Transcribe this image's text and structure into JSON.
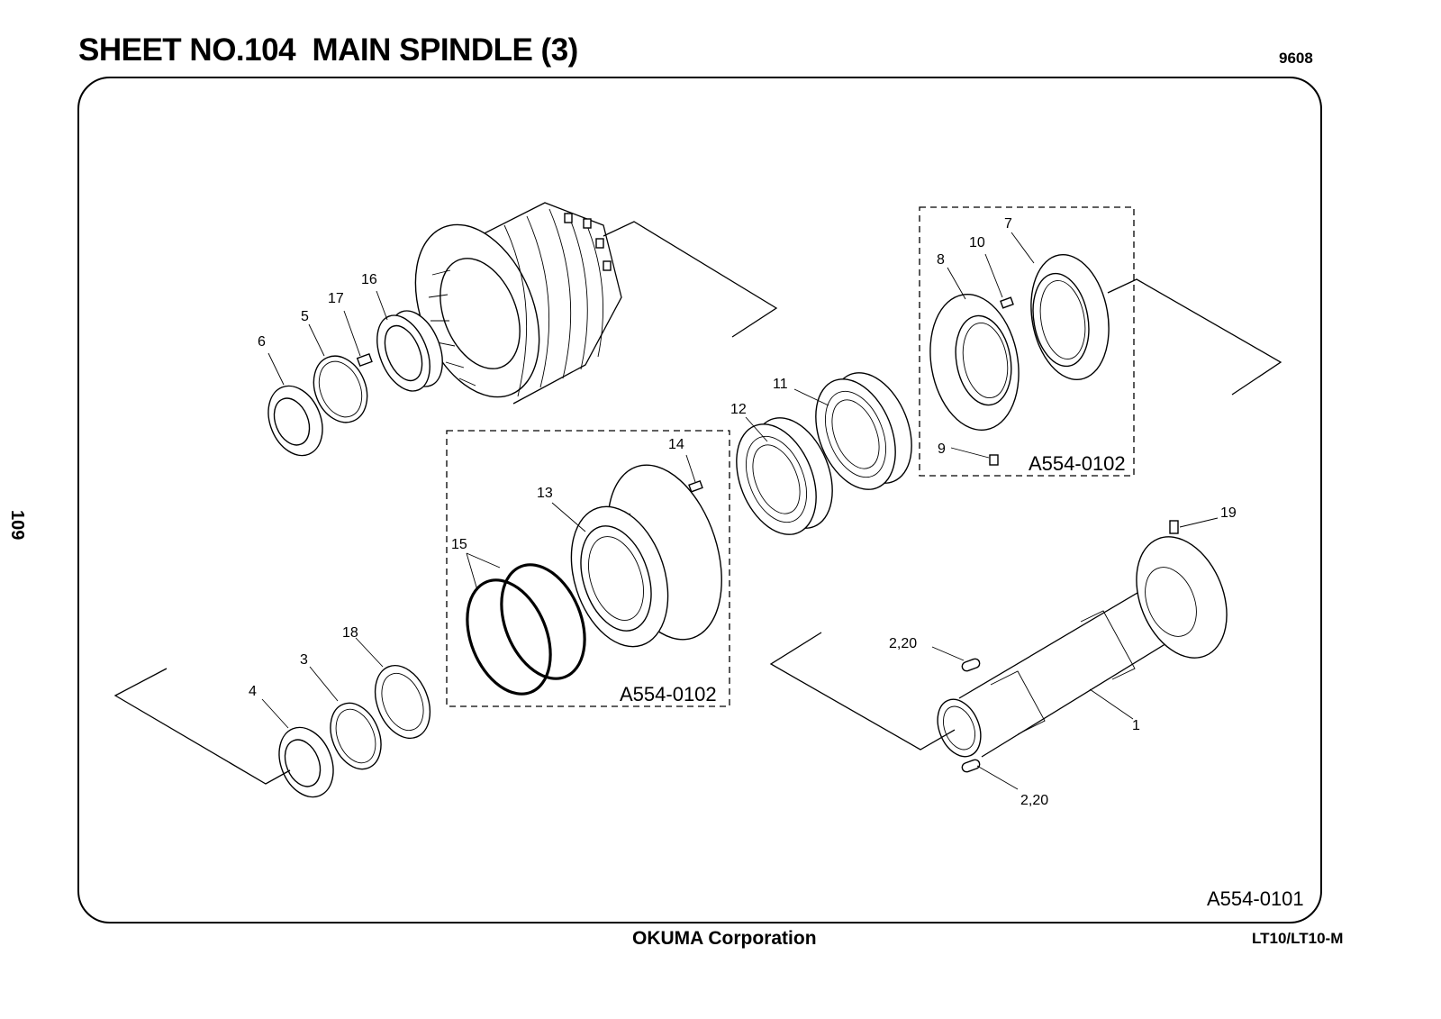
{
  "header": {
    "title": "SHEET NO.104  MAIN SPINDLE (3)",
    "revision_code": "9608",
    "page_number": "109"
  },
  "footer": {
    "company": "OKUMA Corporation",
    "model": "LT10/LT10-M"
  },
  "diagram": {
    "assembly_code_main": "A554-0101",
    "assembly_code_housing": "A554-0102",
    "assembly_code_cover": "A554-0102",
    "callouts": {
      "p1": "1",
      "p2_20_top": "2,20",
      "p2_20_bottom": "2,20",
      "p3": "3",
      "p4": "4",
      "p5": "5",
      "p6": "6",
      "p7": "7",
      "p8": "8",
      "p9": "9",
      "p10": "10",
      "p11": "11",
      "p12": "12",
      "p13": "13",
      "p14": "14",
      "p15": "15",
      "p16": "16",
      "p17": "17",
      "p18": "18",
      "p19": "19"
    }
  }
}
